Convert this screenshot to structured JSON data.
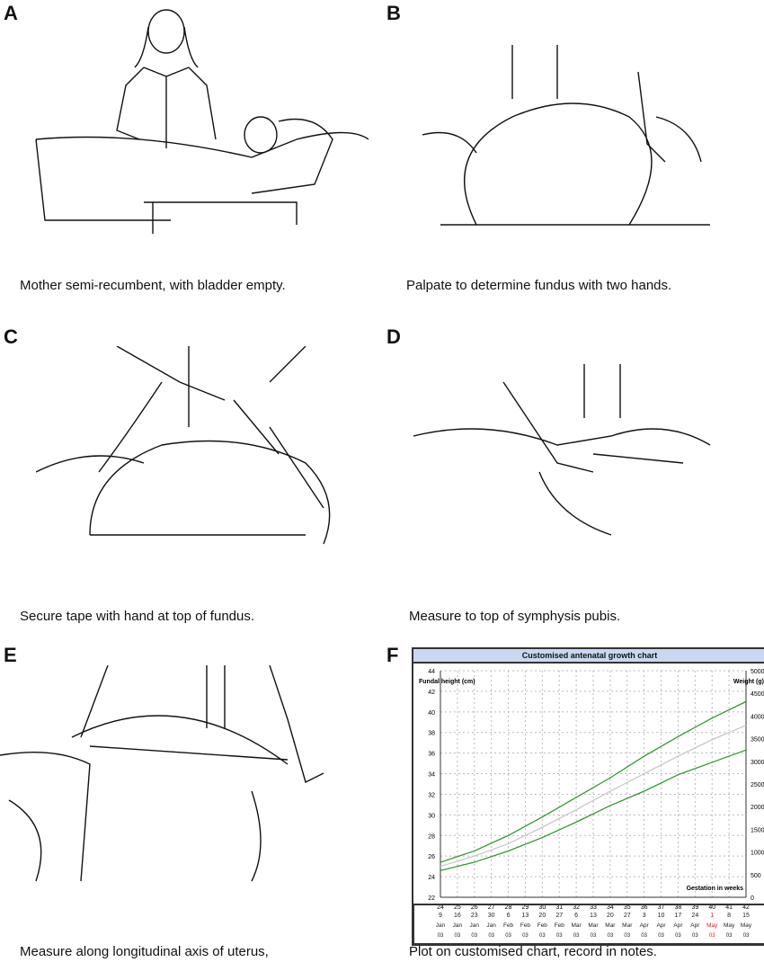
{
  "panels": [
    {
      "label": "A",
      "caption": "Mother semi-recumbent, with bladder empty."
    },
    {
      "label": "B",
      "caption": "Palpate to determine fundus with two hands."
    },
    {
      "label": "C",
      "caption": "Secure tape with hand at top of fundus."
    },
    {
      "label": "D",
      "caption": "Measure to top of symphysis pubis."
    },
    {
      "label": "E",
      "caption": "Measure along longitudinal axis of uterus,"
    },
    {
      "label": "F",
      "caption": "Plot on customised chart, record in notes."
    }
  ],
  "chart_data": {
    "type": "line",
    "title": "Customised antenatal growth chart",
    "ylabel": "Fundal height (cm)",
    "y2label": "Weight (g)",
    "xlabel": "Gestation in weeks",
    "x": [
      24,
      26,
      28,
      30,
      32,
      34,
      36,
      38,
      40,
      42
    ],
    "xticks": [
      24,
      25,
      26,
      27,
      28,
      29,
      30,
      31,
      32,
      33,
      34,
      35,
      36,
      37,
      38,
      39,
      40,
      41,
      42
    ],
    "yticks": [
      22,
      24,
      26,
      28,
      30,
      32,
      34,
      36,
      38,
      40,
      42,
      44
    ],
    "y2ticks": [
      0,
      500,
      1000,
      1500,
      2000,
      2500,
      3000,
      3500,
      4000,
      4500,
      5000
    ],
    "xlim": [
      24,
      42
    ],
    "ylim": [
      22,
      44
    ],
    "y2lim": [
      0,
      5000
    ],
    "grid": true,
    "series": [
      {
        "name": "upper",
        "color": "#2e9a2e",
        "values": [
          25.4,
          26.5,
          28.0,
          29.8,
          31.7,
          33.6,
          35.7,
          37.6,
          39.4,
          41.0
        ]
      },
      {
        "name": "median",
        "color": "#c8c8c8",
        "values": [
          25.0,
          26.0,
          27.2,
          28.8,
          30.5,
          32.3,
          34.0,
          35.7,
          37.3,
          38.7
        ]
      },
      {
        "name": "lower",
        "color": "#2e9a2e",
        "values": [
          24.6,
          25.4,
          26.5,
          27.8,
          29.3,
          30.9,
          32.3,
          33.9,
          35.1,
          36.3
        ]
      }
    ],
    "dates": [
      {
        "d": "9",
        "m": "Jan",
        "y": "03"
      },
      {
        "d": "16",
        "m": "Jan",
        "y": "03"
      },
      {
        "d": "23",
        "m": "Jan",
        "y": "03"
      },
      {
        "d": "30",
        "m": "Jan",
        "y": "03"
      },
      {
        "d": "6",
        "m": "Feb",
        "y": "03"
      },
      {
        "d": "13",
        "m": "Feb",
        "y": "03"
      },
      {
        "d": "20",
        "m": "Feb",
        "y": "03"
      },
      {
        "d": "27",
        "m": "Feb",
        "y": "03"
      },
      {
        "d": "6",
        "m": "Mar",
        "y": "03"
      },
      {
        "d": "13",
        "m": "Mar",
        "y": "03"
      },
      {
        "d": "20",
        "m": "Mar",
        "y": "03"
      },
      {
        "d": "27",
        "m": "Mar",
        "y": "03"
      },
      {
        "d": "3",
        "m": "Apr",
        "y": "03"
      },
      {
        "d": "10",
        "m": "Apr",
        "y": "03"
      },
      {
        "d": "17",
        "m": "Apr",
        "y": "03"
      },
      {
        "d": "24",
        "m": "Apr",
        "y": "03"
      },
      {
        "d": "1",
        "m": "May",
        "y": "03",
        "highlight": true
      },
      {
        "d": "8",
        "m": "May",
        "y": "03"
      },
      {
        "d": "15",
        "m": "May",
        "y": "03"
      }
    ],
    "highlight_color": "#e02020"
  }
}
